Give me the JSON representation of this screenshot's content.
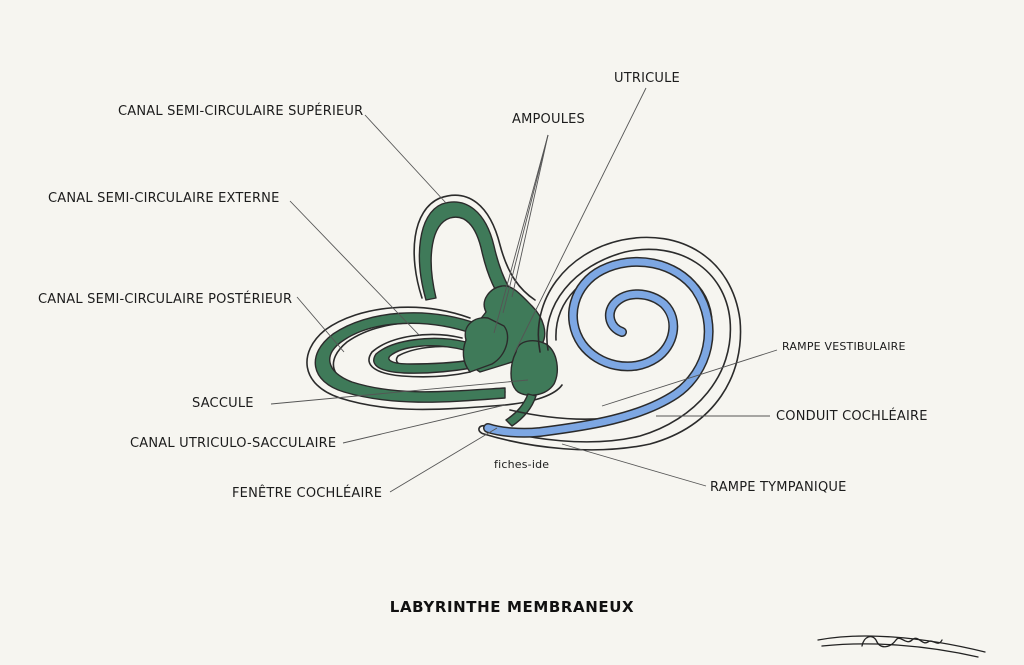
{
  "title": "LABYRINTHE MEMBRANEUX",
  "watermark": "fiches-ide",
  "labels": {
    "canal_superieur": "CANAL SEMI-CIRCULAIRE SUPÉRIEUR",
    "canal_externe": "CANAL SEMI-CIRCULAIRE EXTERNE",
    "canal_posterieur": "CANAL SEMI-CIRCULAIRE POSTÉRIEUR",
    "saccule": "SACCULE",
    "canal_utriculo": "CANAL UTRICULO-SACCULAIRE",
    "fenetre": "FENÊTRE COCHLÉAIRE",
    "ampoules": "AMPOULES",
    "utricule": "UTRICULE",
    "rampe_vestibulaire": "RAMPE VESTIBULAIRE",
    "conduit_cochleaire": "CONDUIT COCHLÉAIRE",
    "rampe_tympanique": "RAMPE TYMPANIQUE"
  },
  "colors": {
    "background": "#f6f5f0",
    "vestibular_green": "#3f7a59",
    "cochlear_blue": "#7da7e3",
    "outline": "#2b2b2b"
  }
}
